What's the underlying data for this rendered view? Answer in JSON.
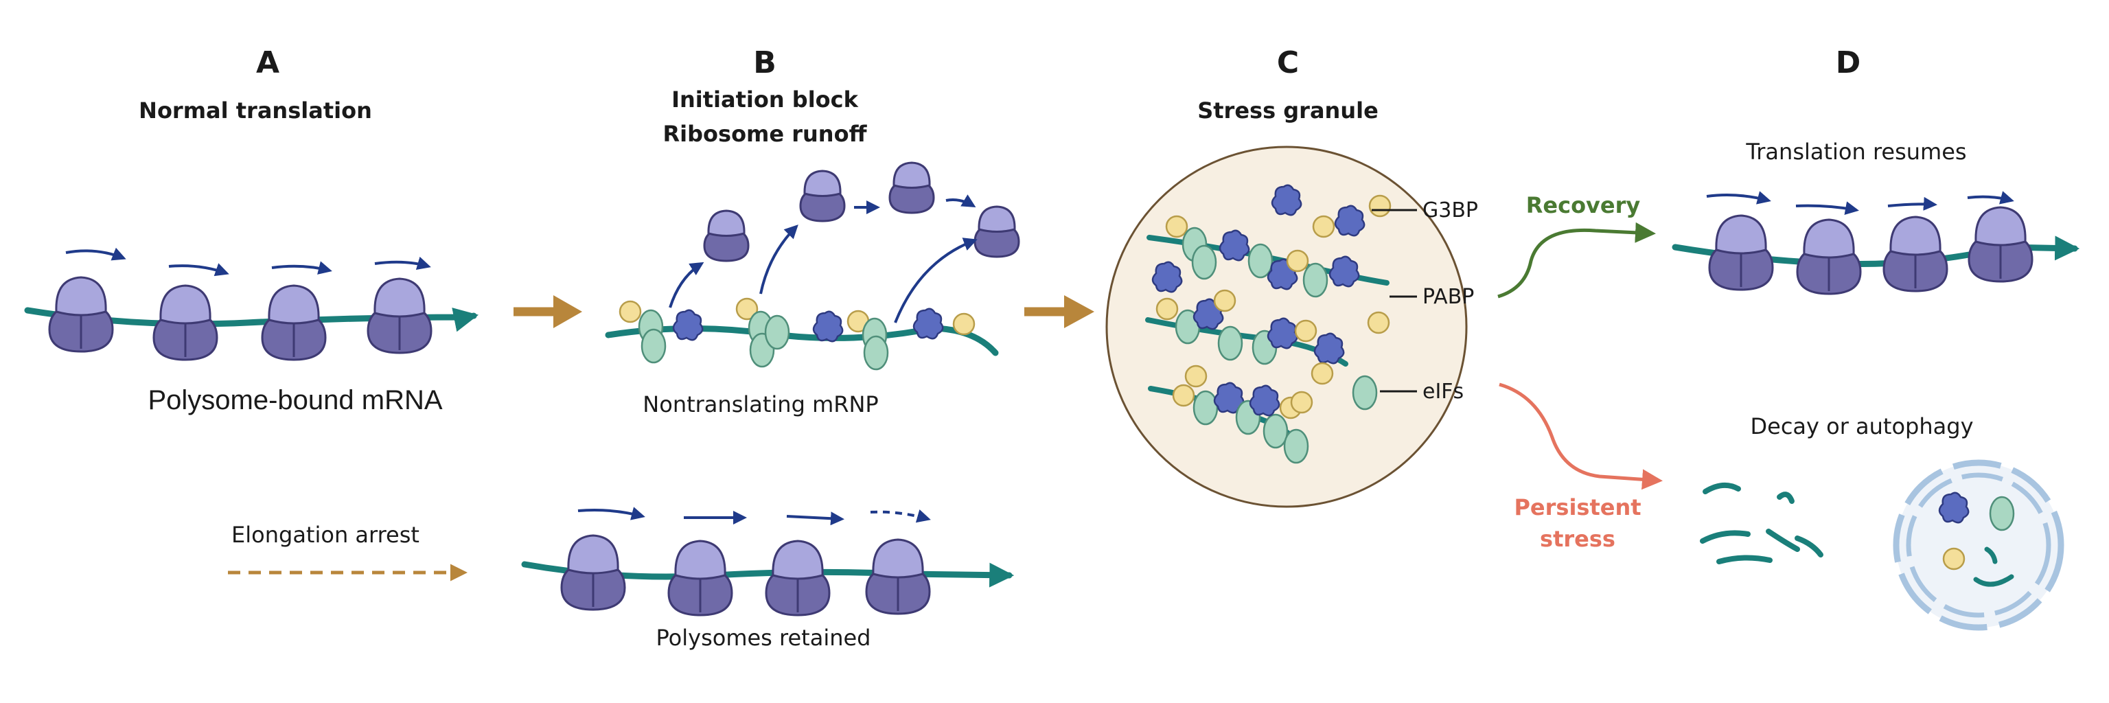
{
  "panels": {
    "a": {
      "letter": "A",
      "title": "Normal translation",
      "caption": "Polysome-bound mRNA"
    },
    "b": {
      "letter": "B",
      "title_line1": "Initiation block",
      "title_line2": "Ribosome runoff",
      "caption": "Nontranslating mRNP",
      "side_label": "Elongation arrest",
      "lower_caption": "Polysomes retained"
    },
    "c": {
      "letter": "C",
      "title": "Stress granule",
      "labels": {
        "g3bp": "G3BP",
        "pabp": "PABP",
        "eifs": "eIFs"
      }
    },
    "d": {
      "letter": "D",
      "top_title": "Translation resumes",
      "bottom_title": "Decay or autophagy",
      "recovery": "Recovery",
      "persistent_line1": "Persistent",
      "persistent_line2": "stress"
    }
  },
  "colors": {
    "mrna": "#1a7f7a",
    "ribosome_small": "#a9a7dd",
    "ribosome_large": "#6f6aa8",
    "flow_arrow": "#b8863b",
    "recovery": "#4a7a32",
    "persistent": "#e5735e",
    "motion_arrow": "#1f3a8a",
    "granule_fill": "#f7efe2",
    "pabp": "#f4df9a",
    "eif": "#a9d7c2",
    "g3bp": "#5b6cc0",
    "autophagosome": "#a8c4e0"
  },
  "icons": [
    "ribosome-icon",
    "mrna-strand-icon",
    "pabp-icon",
    "eif-icon",
    "g3bp-icon"
  ]
}
